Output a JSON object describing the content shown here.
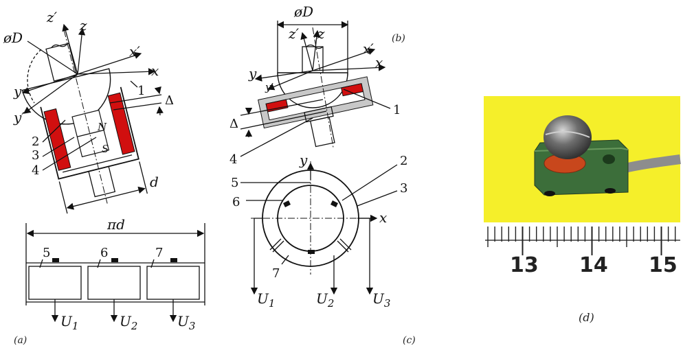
{
  "panel_a": {
    "caption": "(a)",
    "labels": {
      "zprime": "z′",
      "z": "z",
      "phiD": "øD",
      "xprime": "x′",
      "x": "x",
      "y": "y",
      "yprime": "y′",
      "n1": "1",
      "delta": "Δ",
      "n2": "2",
      "n3": "3",
      "n4": "4",
      "N": "N",
      "S": "S",
      "d": "d",
      "pid": "πd",
      "n5": "5",
      "n6": "6",
      "n7": "7",
      "U1": "U",
      "U2": "U",
      "U3": "U",
      "s1": "1",
      "s2": "2",
      "s3": "3"
    }
  },
  "panel_b": {
    "caption": "(b)",
    "labels": {
      "phiD": "øD",
      "zprime": "z′",
      "z": "z",
      "xprime": "x′",
      "x": "x",
      "y": "y",
      "yprime": "y′",
      "n1": "1",
      "delta": "Δ",
      "n4": "4"
    }
  },
  "panel_c": {
    "caption": "(c)",
    "labels": {
      "y": "y",
      "x": "x",
      "n2": "2",
      "n3": "3",
      "n5": "5",
      "n6": "6",
      "n7": "7",
      "U1": "U",
      "U2": "U",
      "U3": "U",
      "s1": "1",
      "s2": "2",
      "s3": "3"
    }
  },
  "panel_d": {
    "caption": "(d)",
    "ruler_numbers": [
      "13",
      "14",
      "15"
    ],
    "colors": {
      "background": "#f5ef2a",
      "body": "#3c6e3a",
      "ring": "#c8471c",
      "ball": "#5a5a5a",
      "cable": "#8d8d8d"
    }
  },
  "colors": {
    "magnet": "#d10f0f",
    "frame_gray": "#c8c8c8"
  }
}
